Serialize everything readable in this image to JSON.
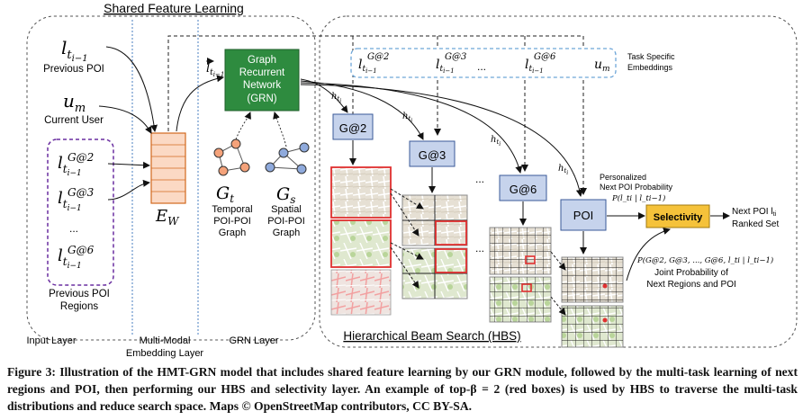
{
  "headers": {
    "shared": "Shared Feature Learning",
    "hbs": "Hierarchical Beam Search (HBS)"
  },
  "layers": {
    "input": "Input Layer",
    "embed_1": "Multi-Modal",
    "embed_2": "Embedding Layer",
    "grn": "GRN Layer"
  },
  "inputs": {
    "prev_poi_sym": "l",
    "prev_poi_sub": "t",
    "prev_poi_subsub": "i−1",
    "prev_poi_label": "Previous POI",
    "user_sym": "u",
    "user_sub": "m",
    "user_label": "Current User",
    "region_sup_1": "G@2",
    "region_sup_2": "G@3",
    "region_sup_3": "G@6",
    "dots": "...",
    "regions_label_1": "Previous POI",
    "regions_label_2": "Regions"
  },
  "embedding": {
    "label": "E",
    "sub": "W"
  },
  "grn_box": {
    "l1": "Graph",
    "l2": "Recurrent",
    "l3": "Network",
    "l4": "(GRN)"
  },
  "graphs": {
    "gt_sym": "G",
    "gt_sub": "t",
    "gt_1": "Temporal",
    "gt_2": "POI-POI",
    "gt_3": "Graph",
    "gs_sym": "G",
    "gs_sub": "s",
    "gs_1": "Spatial",
    "gs_2": "POI-POI",
    "gs_3": "Graph"
  },
  "task_embeddings": {
    "e1_sup": "G@2",
    "e2_sup": "G@3",
    "e3_sup": "G@6",
    "e_sym": "l",
    "e_sub": "t",
    "e_subsub": "i−1",
    "dots": "...",
    "um_sym": "u",
    "um_sub": "m",
    "label_1": "Task Specific",
    "label_2": "Embeddings"
  },
  "hidden": {
    "sym": "h",
    "sub": "t",
    "subsub": "i"
  },
  "tasks": {
    "g2": "G@2",
    "g3": "G@3",
    "dots": "...",
    "g6": "G@6",
    "poi": "POI"
  },
  "selectivity": {
    "box": "Selectivity",
    "prob_1": "Personalized",
    "prob_2": "Next POI Probability",
    "prob_formula": "P(l_ti | l_ti−1)",
    "joint_formula": "P(G@2, G@3, ..., G@6, l_ti | l_ti−1)",
    "joint_1": "Joint Probability of",
    "joint_2": "Next Regions and POI",
    "out_1": "Next POI l",
    "out_sub": "ti",
    "out_2": "Ranked Set"
  },
  "maps_dots": "...",
  "caption": "Figure 3: Illustration of the HMT-GRN model that includes shared feature learning by our GRN module, followed by the multi-task learning of next regions and POI, then performing our HBS and selectivity layer. An example of top-β = 2 (red boxes) is used by HBS to traverse the multi-task distributions and reduce search space. Maps © OpenStreetMap contributors, CC BY-SA.",
  "colors": {
    "task_box_fill": "#c6d3ec",
    "task_box_stroke": "#3a5a98",
    "grn_fill": "#2e8b3f",
    "embed_fill": "#fbd9c4",
    "embed_stroke": "#d2691e",
    "select_fill": "#f5c23a",
    "node_orange": "#f4a27a",
    "node_blue": "#8faadc",
    "region_border": "#6a2fa0",
    "task_emb_border": "#6ea6d8",
    "red_box": "#e03030"
  }
}
